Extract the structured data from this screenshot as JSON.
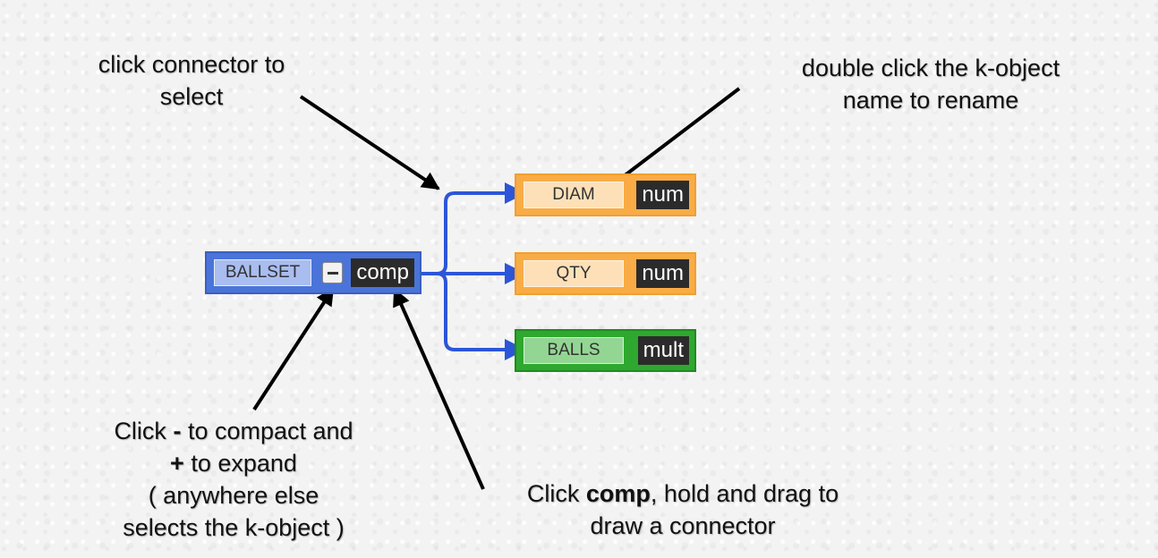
{
  "annotations": {
    "select_connector": {
      "line1": "click connector to",
      "line2": "select"
    },
    "rename": {
      "line1": "double click the k-object",
      "line2": "name to rename"
    },
    "compact": {
      "line1_a": "Click ",
      "line1_b": "-",
      "line1_c": " to compact and",
      "line2_a": "+",
      "line2_b": " to expand",
      "line3": "( anywhere else",
      "line4": "selects the k-object )"
    },
    "draw_connector": {
      "line1_a": "Click ",
      "line1_b": "comp",
      "line1_c": ", hold and drag to",
      "line2": "draw a connector"
    }
  },
  "kobjects": {
    "ballset": {
      "name": "BALLSET",
      "type": "comp",
      "color": "#4a74d9",
      "name_bg": "#a9bdf0"
    },
    "diam": {
      "name": "DIAM",
      "type": "num",
      "color": "#f9ac45",
      "name_bg": "#fde0b8"
    },
    "qty": {
      "name": "QTY",
      "type": "num",
      "color": "#f9ac45",
      "name_bg": "#fde0b8"
    },
    "balls": {
      "name": "BALLS",
      "type": "mult",
      "color": "#2ea82e",
      "name_bg": "#93d693"
    }
  },
  "connector_color": "#2c55d8"
}
